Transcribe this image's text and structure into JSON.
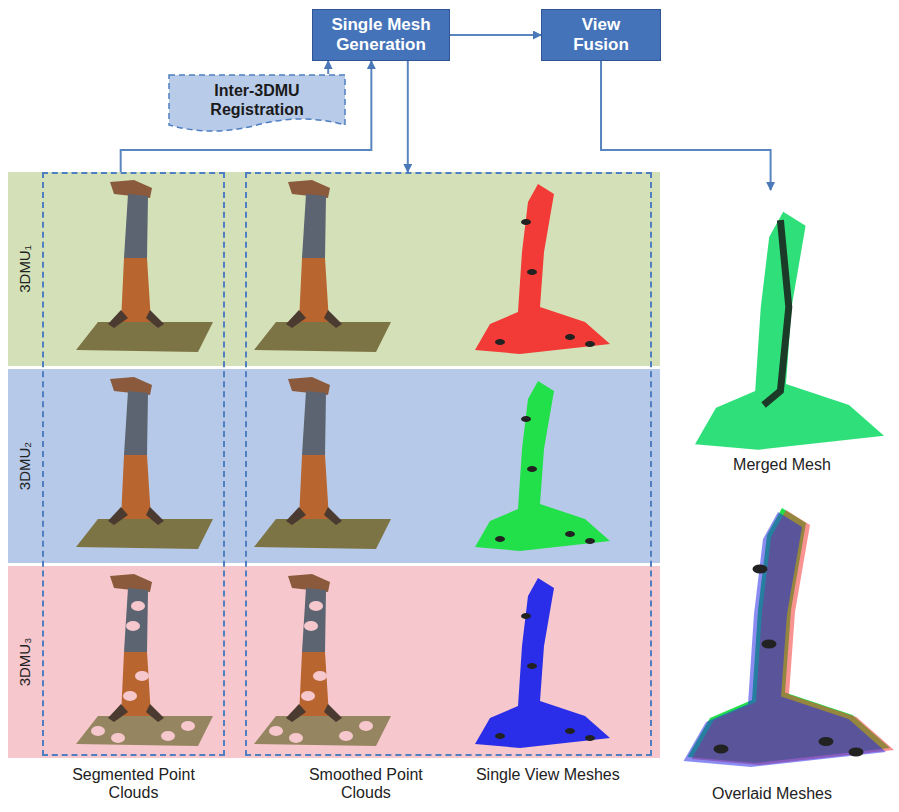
{
  "diagram": {
    "nodes": [
      {
        "text": [
          "Single Mesh Generation"
        ]
      },
      {
        "text": [
          "View Fusion"
        ]
      },
      {
        "text": [
          "Inter-3DMU Registration"
        ]
      },
      {
        "text": [
          "Segmented Point Clouds"
        ]
      },
      {
        "text": [
          "Smoothed Point Clouds",
          "Single View Meshes"
        ]
      },
      {
        "text": [
          "Merged Mesh"
        ]
      }
    ],
    "edges": [
      {
        "from": 2,
        "to": 0,
        "arrow": "to"
      },
      {
        "from": 3,
        "to": 0,
        "arrow": "to"
      },
      {
        "from": 0,
        "to": 4,
        "arrow": "to"
      },
      {
        "from": 0,
        "to": 1,
        "arrow": "to"
      },
      {
        "from": 1,
        "to": 5,
        "arrow": "to"
      }
    ],
    "labels": [
      "3DMU₁",
      "3DMU₂",
      "3DMU₃",
      "Overlaid Meshes"
    ]
  }
}
